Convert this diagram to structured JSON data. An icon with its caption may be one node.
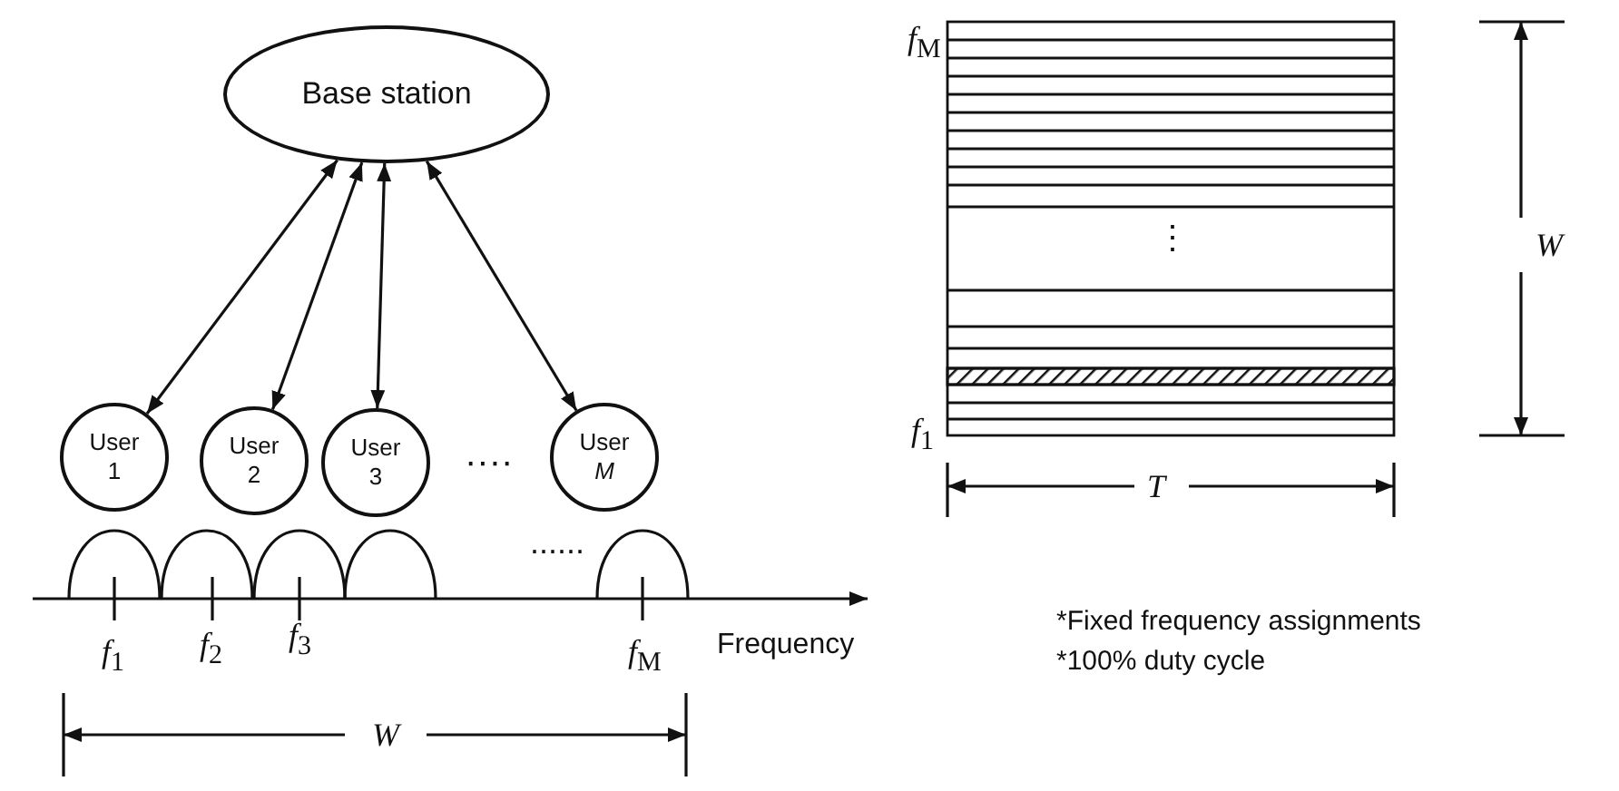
{
  "diagram": {
    "nodes": [
      {
        "text": [
          "Base station"
        ]
      },
      {
        "text": [
          "User 1"
        ]
      },
      {
        "text": [
          "User 2"
        ]
      },
      {
        "text": [
          "User 3"
        ]
      },
      {
        "text": [
          "User *M*"
        ]
      }
    ],
    "edges": [
      {
        "from": 0,
        "to": 1,
        "arrow": "both"
      },
      {
        "from": 0,
        "to": 2,
        "arrow": "both"
      },
      {
        "from": 0,
        "to": 3,
        "arrow": "both"
      },
      {
        "from": 0,
        "to": 4,
        "arrow": "both"
      }
    ],
    "labels": [
      "····",
      "*f*$_{M}$",
      "⋮",
      "*f*$_{1}$",
      "W",
      "T",
      "......",
      "*f*$_{1}$",
      "*f*$_{2}$",
      "*f*$_{3}$",
      "*f*$_{M}$",
      "Frequency",
      "*Fixed frequency assignments",
      "*100% duty cycle",
      "W"
    ]
  }
}
